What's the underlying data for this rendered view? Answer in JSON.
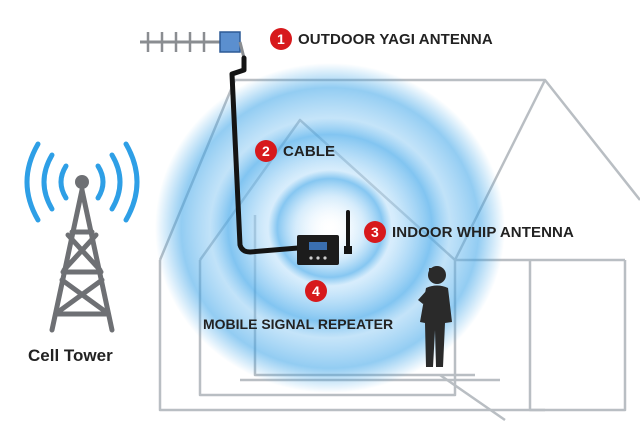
{
  "tower_label": "Cell Tower",
  "components": [
    {
      "number": "1",
      "label": "OUTDOOR YAGI ANTENNA"
    },
    {
      "number": "2",
      "label": "CABLE"
    },
    {
      "number": "3",
      "label": "INDOOR WHIP ANTENNA"
    },
    {
      "number": "4",
      "label": ""
    }
  ],
  "repeater_label": "MOBILE SIGNAL REPEATER",
  "colors": {
    "badge_red": "#d7191c",
    "signal_blue": "#3aa3e8",
    "house_outline": "#b9bec3",
    "tower_gray": "#6e7074",
    "cable_black": "#141414"
  }
}
